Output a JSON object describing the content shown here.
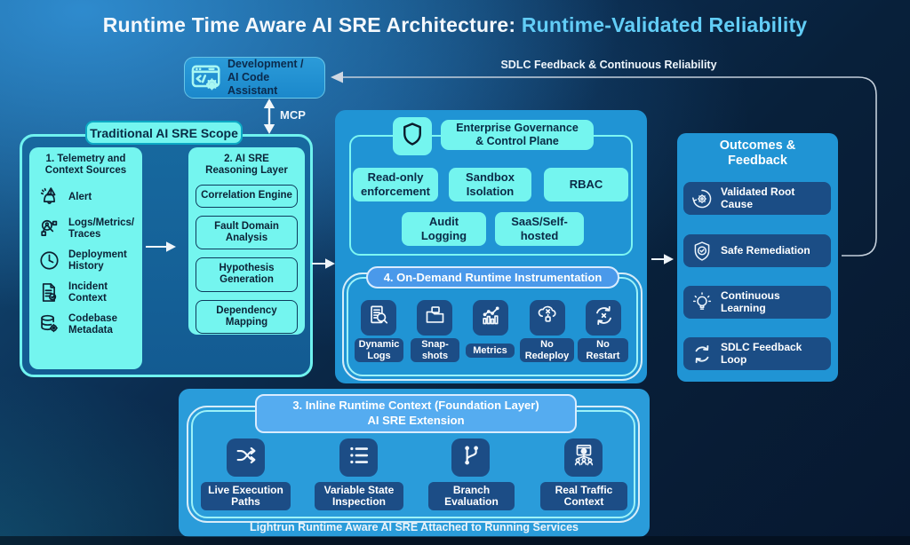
{
  "title": {
    "part1": "Runtime Time Aware AI SRE Architecture: ",
    "part2": "Runtime-Validated Reliability"
  },
  "dev_box": {
    "label": "Development /\nAI Code Assistant",
    "icon": "code-window-gear-icon"
  },
  "mcp": {
    "label": "MCP"
  },
  "sdlc": {
    "label": "SDLC Feedback & Continuous Reliability"
  },
  "traditional": {
    "title": "Traditional AI SRE Scope",
    "telemetry": {
      "title": "1. Telemetry and\nContext Sources",
      "items": [
        {
          "icon": "alert-bell-icon",
          "label": "Alert"
        },
        {
          "icon": "logs-magnifier-icon",
          "label": "Logs/Metrics/\nTraces"
        },
        {
          "icon": "clock-icon",
          "label": "Deployment\nHistory"
        },
        {
          "icon": "incident-document-icon",
          "label": "Incident\nContext"
        },
        {
          "icon": "database-gear-icon",
          "label": "Codebase\nMetadata"
        }
      ]
    },
    "reasoning": {
      "title": "2. AI SRE\nReasoning Layer",
      "items": [
        {
          "label": "Correlation Engine"
        },
        {
          "label": "Fault Domain\nAnalysis"
        },
        {
          "label": "Hypothesis\nGeneration"
        },
        {
          "label": "Dependency\nMapping"
        }
      ]
    }
  },
  "governance": {
    "title": "Enterprise Governance\n& Control Plane",
    "icon": "shield-icon",
    "items": [
      {
        "label": "Read-only\nenforcement"
      },
      {
        "label": "Sandbox\nIsolation"
      },
      {
        "label": "RBAC"
      },
      {
        "label": "Audit\nLogging"
      },
      {
        "label": "SaaS/Self-\nhosted"
      }
    ]
  },
  "instrumentation": {
    "title": "4. On-Demand Runtime Instrumentation",
    "items": [
      {
        "icon": "dynamic-logs-icon",
        "label": "Dynamic\nLogs"
      },
      {
        "icon": "snapshots-folder-icon",
        "label": "Snap-\nshots"
      },
      {
        "icon": "metrics-chart-icon",
        "label": "Metrics"
      },
      {
        "icon": "no-redeploy-cloud-icon",
        "label": "No\nRedeploy"
      },
      {
        "icon": "no-restart-cycle-icon",
        "label": "No\nRestart"
      }
    ]
  },
  "inline_context": {
    "title": "3. Inline Runtime Context (Foundation Layer)\nAI SRE Extension",
    "items": [
      {
        "icon": "shuffle-paths-icon",
        "label": "Live Execution\nPaths"
      },
      {
        "icon": "variable-list-icon",
        "label": "Variable State\nInspection"
      },
      {
        "icon": "git-branch-icon",
        "label": "Branch\nEvaluation"
      },
      {
        "icon": "traffic-browser-users-icon",
        "label": "Real Traffic\nContext"
      }
    ],
    "footer": "Lightrun Runtime Aware AI SRE Attached to Running Services"
  },
  "outcomes": {
    "title": "Outcomes &\nFeedback",
    "items": [
      {
        "icon": "root-cause-gear-icon",
        "label": "Validated Root\nCause"
      },
      {
        "icon": "shield-check-icon",
        "label": "Safe Remediation"
      },
      {
        "icon": "lightbulb-icon",
        "label": "Continuous\nLearning"
      },
      {
        "icon": "feedback-loop-icon",
        "label": "SDLC Feedback\nLoop"
      }
    ]
  },
  "colors": {
    "accent_cyan": "#74f5ef",
    "panel_blue": "#2094d4",
    "tile_navy": "#1c4d86",
    "title_highlight": "#62cdf6",
    "background_navy": "#0b2440"
  }
}
